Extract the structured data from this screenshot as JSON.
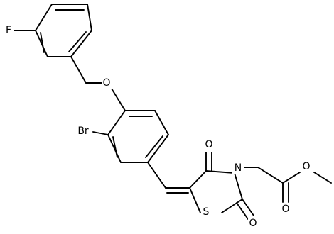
{
  "molecule": {
    "atom_labels": {
      "fluorine": "F",
      "ether_oxygen": "O",
      "bromine": "Br",
      "ring_carbonyl_oxygen_top": "O",
      "ring_nitrogen": "N",
      "ring_sulfur": "S",
      "ring_carbonyl_oxygen_bottom": "O",
      "ester_carbonyl_oxygen": "O",
      "ester_oxygen": "O"
    }
  }
}
